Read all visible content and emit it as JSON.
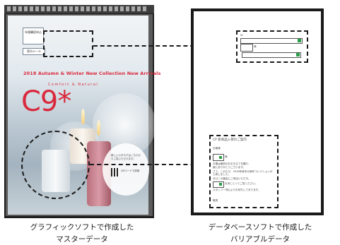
{
  "master_page": {
    "header_box": "年間購読申込",
    "tag_label": "案内メール",
    "collection_title": "2018 Autumn & Winter New Collection New Arrivals",
    "subtitle": "Comfort & Natural",
    "logo": "C9*",
    "info_text": "新しいカタログはこちらからご覧いただけます。",
    "qr_text": "QRコードで詳細"
  },
  "variable_sheet": {
    "top_label": "ID",
    "top_mark": "様",
    "body_title": "CP 新商品入荷のご案内",
    "body_label": "お客様",
    "body_mark": "様",
    "body_lines": [
      "平素は格別のお引き立てを賜り、",
      "誠にありがとうございます。",
      "さて、このたび、2018年秋冬の新作コレクションが入荷しました。",
      "ぜひこの機会にご来店いただき、",
      "お手にとってご覧ください。",
      "スタッフ一同心よりお待ちしております。"
    ],
    "closing": "敬具"
  },
  "captions": {
    "left_line1": "グラフィックソフトで作成した",
    "left_line2": "マスターデータ",
    "right_line1": "データベースソフトで作成した",
    "right_line2": "バリアブルデータ"
  },
  "colors": {
    "accent_red": "#d9293c",
    "field_green": "#2d9e4b",
    "line_color": "#1a1a1a"
  }
}
